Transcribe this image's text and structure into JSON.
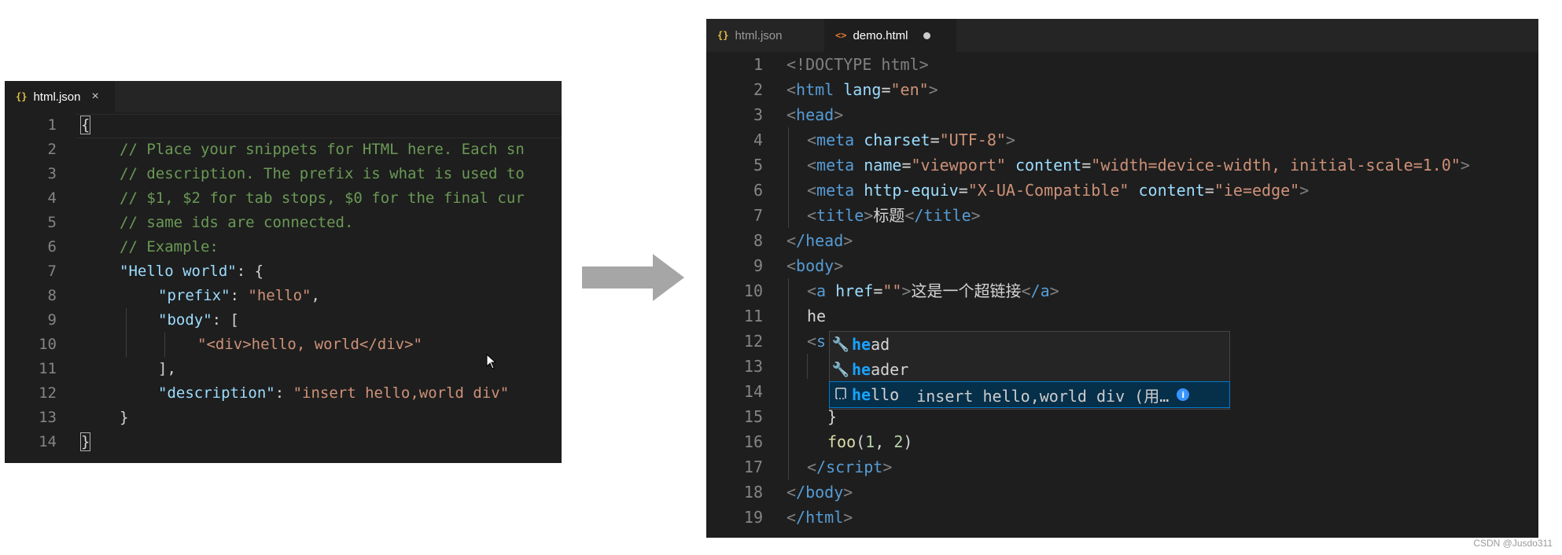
{
  "left": {
    "tab": {
      "label": "html.json",
      "icon": "json-braces-icon"
    },
    "lines": [
      {
        "n": "1"
      },
      {
        "n": "2"
      },
      {
        "n": "3"
      },
      {
        "n": "4"
      },
      {
        "n": "5"
      },
      {
        "n": "6"
      },
      {
        "n": "7"
      },
      {
        "n": "8"
      },
      {
        "n": "9"
      },
      {
        "n": "10"
      },
      {
        "n": "11"
      },
      {
        "n": "12"
      },
      {
        "n": "13"
      },
      {
        "n": "14"
      }
    ],
    "code": {
      "l1": "{",
      "l2": "// Place your snippets for HTML here. Each sn",
      "l3": "// description. The prefix is what is used to",
      "l4": "// $1, $2 for tab stops, $0 for the final cur",
      "l5": "// same ids are connected.",
      "l6": "// Example:",
      "l7_key": "\"Hello world\"",
      "l7_rest": ": {",
      "l8_key": "\"prefix\"",
      "l8_sep": ": ",
      "l8_val": "\"hello\"",
      "l8_end": ",",
      "l9_key": "\"body\"",
      "l9_rest": ": [",
      "l10_val": "\"<div>hello, world</div>\"",
      "l11": "],",
      "l12_key": "\"description\"",
      "l12_sep": ": ",
      "l12_val": "\"insert hello,world div\"",
      "l13": "}",
      "l14": "}"
    }
  },
  "right": {
    "tabs": [
      {
        "label": "html.json",
        "icon": "json-braces-icon",
        "active": false
      },
      {
        "label": "demo.html",
        "icon": "html-icon",
        "active": true,
        "modified": true
      }
    ],
    "lines": [
      {
        "n": "1"
      },
      {
        "n": "2"
      },
      {
        "n": "3"
      },
      {
        "n": "4"
      },
      {
        "n": "5"
      },
      {
        "n": "6"
      },
      {
        "n": "7"
      },
      {
        "n": "8"
      },
      {
        "n": "9"
      },
      {
        "n": "10"
      },
      {
        "n": "11"
      },
      {
        "n": "12"
      },
      {
        "n": "13"
      },
      {
        "n": "14"
      },
      {
        "n": "15"
      },
      {
        "n": "16"
      },
      {
        "n": "17"
      },
      {
        "n": "18"
      },
      {
        "n": "19"
      }
    ],
    "code": {
      "l1": "<!DOCTYPE html>",
      "l2_tag": "html",
      "l2_attr": "lang",
      "l2_val": "\"en\"",
      "l3_tag": "head",
      "l4_tag": "meta",
      "l4_attr": "charset",
      "l4_val": "\"UTF-8\"",
      "l5_tag": "meta",
      "l5_attr1": "name",
      "l5_val1": "\"viewport\"",
      "l5_attr2": "content",
      "l5_val2": "\"width=device-width, initial-scale=1.0\"",
      "l6_tag": "meta",
      "l6_attr1": "http-equiv",
      "l6_val1": "\"X-UA-Compatible\"",
      "l6_attr2": "content",
      "l6_val2": "\"ie=edge\"",
      "l7_tag": "title",
      "l7_text": "标题",
      "l7_close": "/title",
      "l8_tag": "/head",
      "l9_tag": "body",
      "l10_tag": "a",
      "l10_attr": "href",
      "l10_val": "\"\"",
      "l10_text": "这是一个超链接",
      "l10_close": "/a",
      "l11": "he",
      "l12_tag": "s",
      "l15": "}",
      "l16_fn": "foo",
      "l16_open": "(",
      "l16_a": "1",
      "l16_comma": ", ",
      "l16_b": "2",
      "l16_close": ")",
      "l17_tag": "/script",
      "l18_tag": "/body",
      "l19_tag": "/html"
    },
    "suggest": [
      {
        "match": "he",
        "rest": "ad",
        "icon": "wrench-icon",
        "detail": ""
      },
      {
        "match": "he",
        "rest": "ader",
        "icon": "wrench-icon",
        "detail": ""
      },
      {
        "match": "he",
        "rest": "llo",
        "icon": "snippet-icon",
        "detail": "insert hello,world div (用…"
      }
    ]
  },
  "watermark": "CSDN @Jusdo311"
}
